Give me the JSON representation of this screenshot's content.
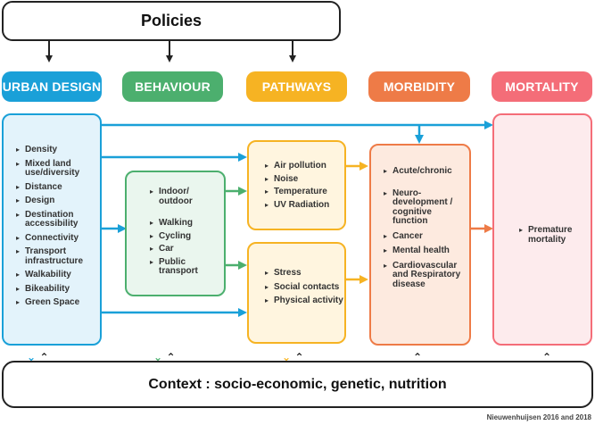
{
  "policies": "Policies",
  "headers": {
    "urban_design": "URBAN DESIGN",
    "behaviour": "BEHAVIOUR",
    "pathways": "PATHWAYS",
    "morbidity": "MORBIDITY",
    "mortality": "MORTALITY"
  },
  "urban_design_items": [
    "Density",
    "Mixed land use/diversity",
    "Distance",
    "Design",
    "Destination accessibility",
    "Connectivity",
    "Transport infrastructure",
    "Walkability",
    "Bikeability",
    "Green Space"
  ],
  "behaviour_items": [
    "Indoor/ outdoor",
    "Walking",
    "Cycling",
    "Car",
    "Public transport"
  ],
  "pathways_env_items": [
    "Air pollution",
    "Noise",
    "Temperature",
    "UV Radiation"
  ],
  "pathways_social_items": [
    "Stress",
    "Social contacts",
    "Physical activity"
  ],
  "morbidity_items": [
    "Acute/chronic",
    "Neuro-development / cognitive function",
    "Cancer",
    "Mental health",
    "Cardiovascular and Respiratory disease"
  ],
  "mortality_items": [
    "Premature mortality"
  ],
  "context": "Context : socio-economic, genetic, nutrition",
  "credit": "Nieuwenhuijsen 2016 and 2018",
  "colors": {
    "blue": "#1aa0d8",
    "green": "#4caf6e",
    "yellow": "#f6b323",
    "orange": "#ee7b47",
    "pink": "#f46d78",
    "black": "#222222"
  }
}
